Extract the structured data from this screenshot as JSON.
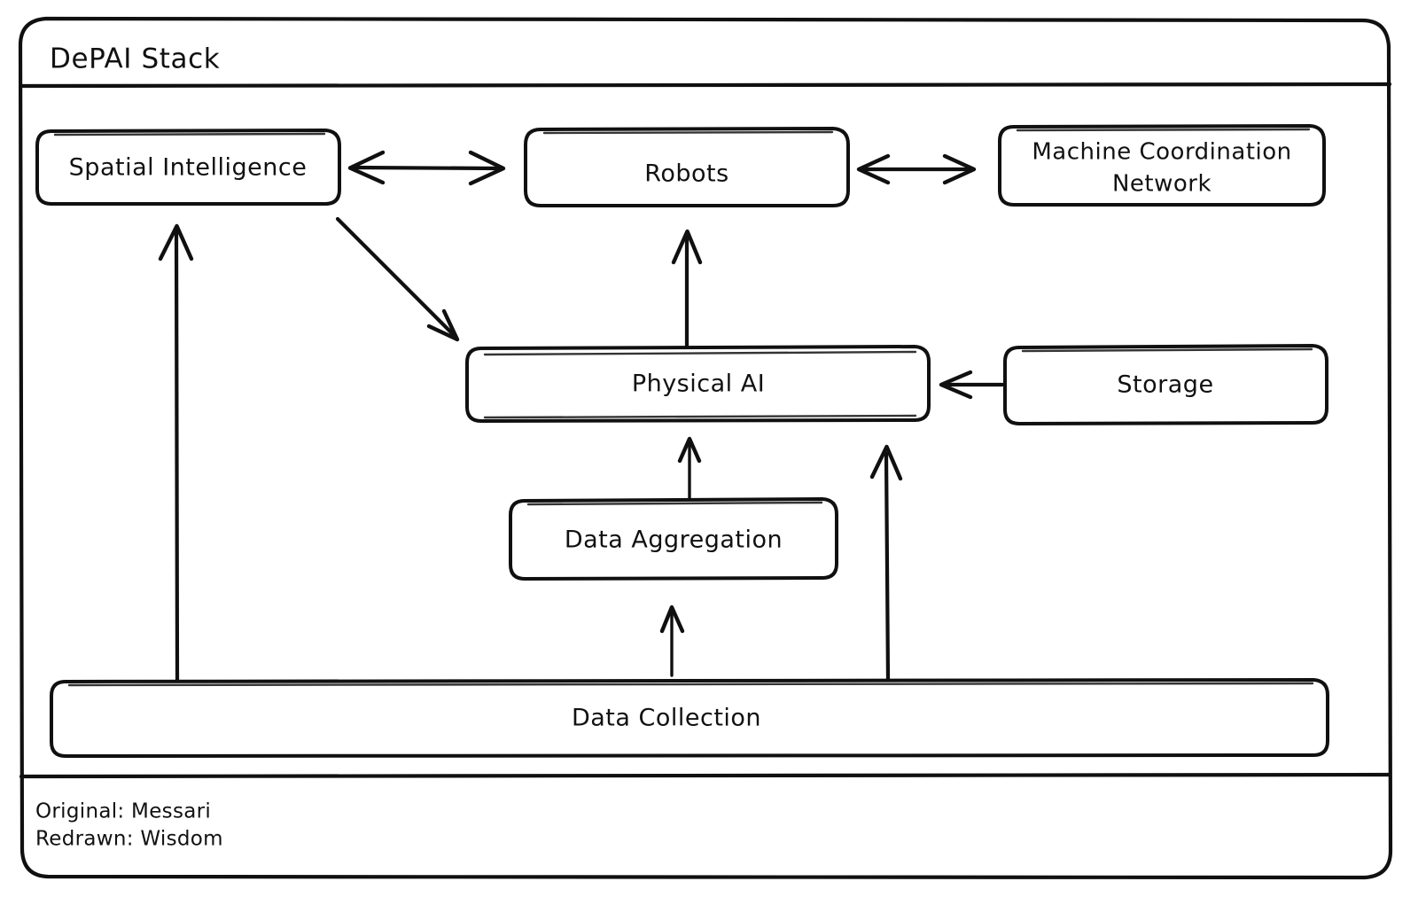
{
  "diagram": {
    "title": "DePAI Stack",
    "footer": {
      "line1": "Original: Messari",
      "line2": "Redrawn: Wisdom"
    },
    "style": {
      "stroke_color": "#101010",
      "background_color": "#ffffff",
      "text_color": "#111111"
    },
    "nodes": [
      {
        "id": "spatial-intelligence",
        "label": "Spatial Intelligence"
      },
      {
        "id": "robots",
        "label": "Robots"
      },
      {
        "id": "machine-coordination-network",
        "label_line1": "Machine Coordination",
        "label_line2": "Network"
      },
      {
        "id": "physical-ai",
        "label": "Physical AI"
      },
      {
        "id": "storage",
        "label": "Storage"
      },
      {
        "id": "data-aggregation",
        "label": "Data Aggregation"
      },
      {
        "id": "data-collection",
        "label": "Data Collection"
      }
    ],
    "connections": [
      {
        "id": "spatial-intelligence-robots",
        "from": "spatial-intelligence",
        "to": "robots",
        "direction": "bidirectional"
      },
      {
        "id": "robots-machine-coordination-network",
        "from": "robots",
        "to": "machine-coordination-network",
        "direction": "bidirectional"
      },
      {
        "id": "spatial-intelligence-physical-ai",
        "from": "spatial-intelligence",
        "to": "physical-ai",
        "direction": "forward"
      },
      {
        "id": "physical-ai-robots",
        "from": "physical-ai",
        "to": "robots",
        "direction": "forward"
      },
      {
        "id": "storage-physical-ai",
        "from": "storage",
        "to": "physical-ai",
        "direction": "forward"
      },
      {
        "id": "data-aggregation-physical-ai",
        "from": "data-aggregation",
        "to": "physical-ai",
        "direction": "forward"
      },
      {
        "id": "data-collection-data-aggregation",
        "from": "data-collection",
        "to": "data-aggregation",
        "direction": "forward"
      },
      {
        "id": "data-collection-physical-ai",
        "from": "data-collection",
        "to": "physical-ai",
        "direction": "forward"
      },
      {
        "id": "data-collection-spatial-intelligence",
        "from": "data-collection",
        "to": "spatial-intelligence",
        "direction": "forward"
      }
    ]
  }
}
